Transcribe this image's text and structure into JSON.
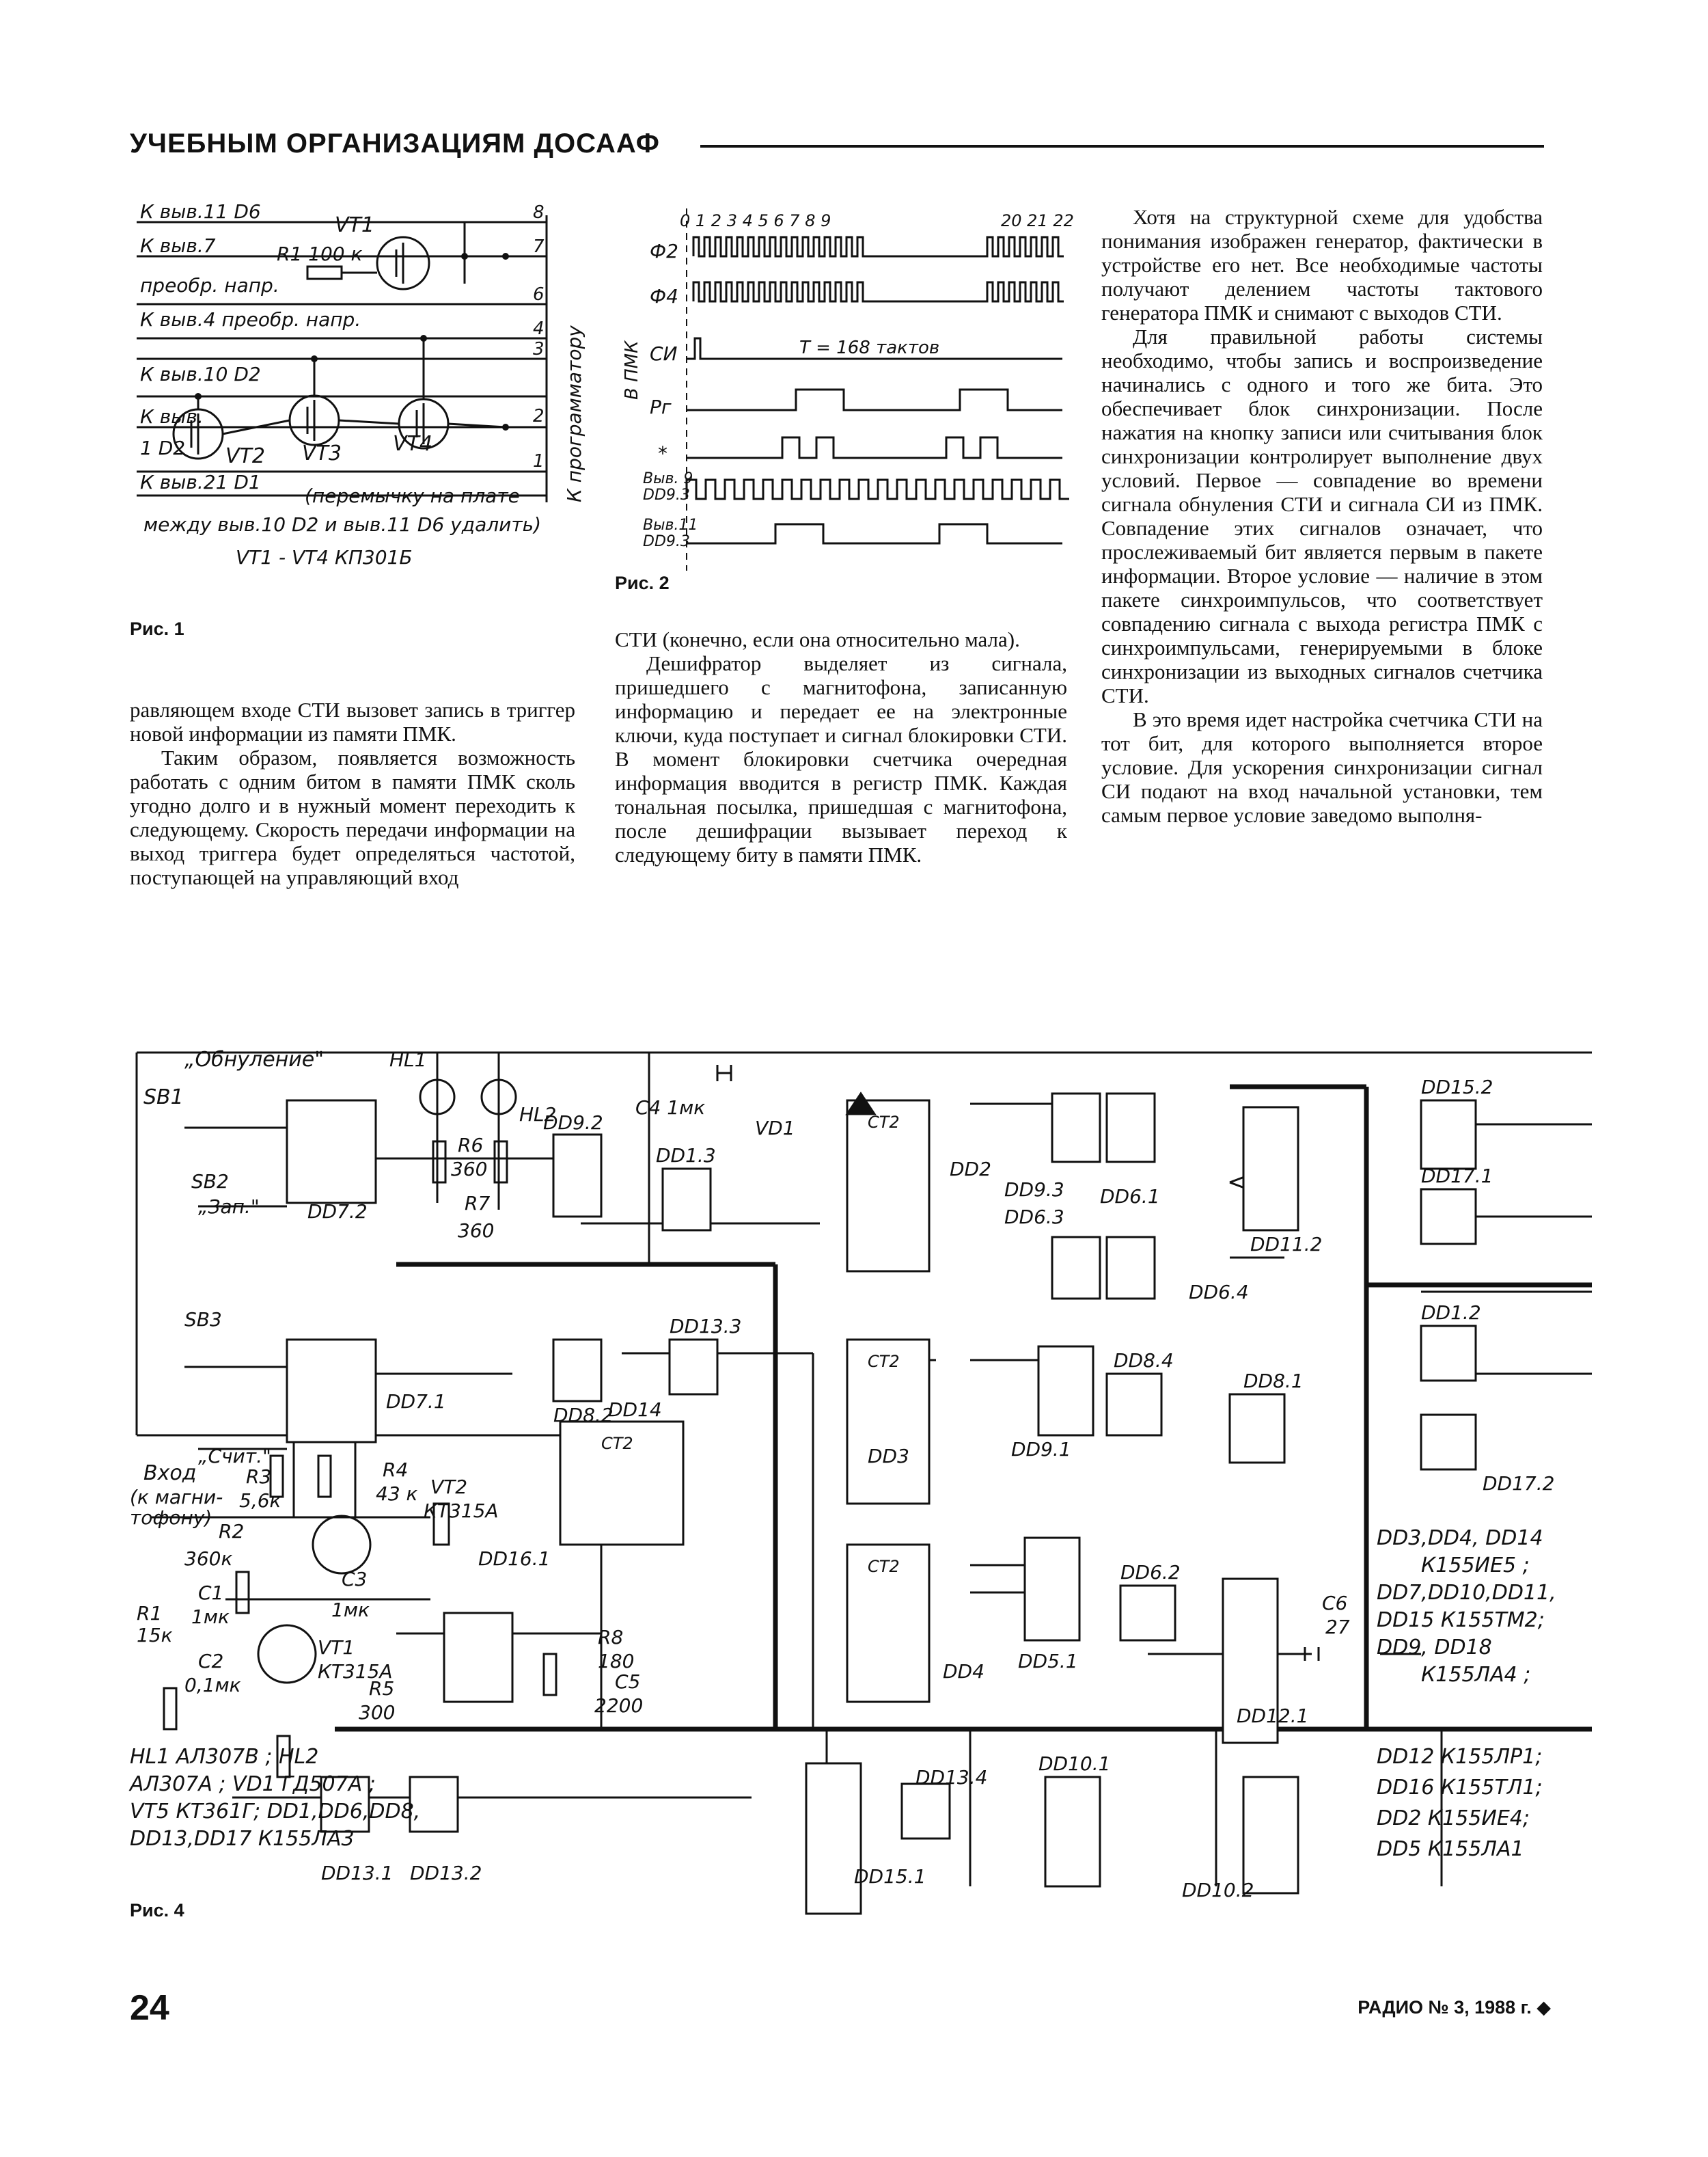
{
  "header": {
    "title": "УЧЕБНЫМ ОРГАНИЗАЦИЯМ ДОСААФ"
  },
  "fig1": {
    "caption": "Рис. 1",
    "labels": {
      "l1": "К выв.11 D6",
      "l2": "К выв.7",
      "l3": "преобр. напр.",
      "l4": "К выв.4 преобр. напр.",
      "l5": "К выв.10 D2",
      "l6": "К выв.",
      "l7": "1 D2",
      "l8": "К выв.21 D1",
      "r1": "R1 100 к",
      "vt1": "VT1",
      "vt2": "VT2",
      "vt3": "VT3",
      "vt4": "VT4",
      "note1": "(перемычку на плате",
      "note2": "между выв.10 D2 и выв.11 D6 удалить)",
      "parts": "VT1 - VT4   КП301Б",
      "side": "К программатору",
      "p8": "8",
      "p7": "7",
      "p6": "6",
      "p4": "4",
      "p3": "3",
      "p2": "2",
      "p1": "1"
    }
  },
  "fig2": {
    "caption": "Рис. 2",
    "labels": {
      "ticks_left": "0 1 2 3 4 5 6 7 8 9",
      "ticks_right": "20 21 22",
      "f2": "Ф2",
      "f4": "Ф4",
      "si": "СИ",
      "pr": "Рг",
      "star": "*",
      "vyv9": "Выв. 9",
      "dd93a": "DD9.3",
      "vyv11": "Выв.11",
      "dd93b": "DD9.3",
      "t": "Т = 168 тактов",
      "side": "В ПМК"
    }
  },
  "col1": {
    "p1": "равляющем входе СТИ вызовет запись в триггер новой информации из памяти ПМК.",
    "p2": "Таким образом, появляется возможность работать с одним битом в памяти ПМК сколь угодно долго и в нужный момент переходить к следующему. Скорость передачи информации на выход триггера будет определяться частотой, поступающей на управляющий вход"
  },
  "col2": {
    "p1": "СТИ (конечно, если она относительно мала).",
    "p2": "Дешифратор выделяет из сигнала, пришедшего с магнитофона, записанную информацию и передает ее на электронные ключи, куда поступает и сигнал блокировки СТИ. В момент блокировки счетчика очередная информация вводится в регистр ПМК. Каждая тональная посылка, пришедшая с магнитофона, после дешифрации вызывает переход к следующему биту в памяти ПМК."
  },
  "col3": {
    "p1": "Хотя на структурной схеме для удобства понимания изображен генератор, фактически в устройстве его нет. Все необходимые частоты получают делением частоты тактового генератора ПМК и снимают с выходов СТИ.",
    "p2": "Для правильной работы системы необходимо, чтобы запись и воспроизведение начинались с одного и того же бита. Это обеспечивает блок синхронизации. После нажатия на кнопку записи или считывания блок синхронизации контролирует выполнение двух условий. Первое — совпадение во времени сигнала обнуления СТИ и сигнала СИ из ПМК. Совпадение этих сигналов означает, что прослеживаемый бит является первым в пакете информации. Второе условие — наличие в этом пакете синхроимпульсов, что соответствует совпадению сигнала с выхода регистра ПМК с синхроимпульсами, генерируемыми в блоке синхронизации из выходных сигналов счетчика СТИ.",
    "p3": "В это время идет настройка счетчика СТИ на тот бит, для которого выполняется второе условие. Для ускорения синхронизации сигнал СИ подают на вход начальной установки, тем самым первое условие заведомо выполня-"
  },
  "fig4": {
    "caption": "Рис. 4",
    "labels": {
      "obnul": "„Обнуление\"",
      "sb1": "SB1",
      "sb2": "SB2",
      "zap": "„Зап.\"",
      "sb3": "SB3",
      "chit": "„Счит.\"",
      "hl1": "HL1",
      "hl2": "HL2",
      "r6": "R6",
      "r6v": "360",
      "r7": "R7",
      "r7v": "360",
      "c4": "С4 1мк",
      "vd1": "VD1",
      "dd92": "DD9.2",
      "dd13": "DD1.3",
      "dd72": "DD7.2",
      "dd71": "DD7.1",
      "dd82": "DD8.2",
      "dd133": "DD13.3",
      "dd2": "DD2",
      "dd3": "DD3",
      "dd4": "DD4",
      "dd14": "DD14",
      "dd93": "DD9.3",
      "dd61": "DD6.1",
      "dd63": "DD6.3",
      "dd64": "DD6.4",
      "dd84": "DD8.4",
      "dd91": "DD9.1",
      "dd81": "DD8.1",
      "dd112": "DD11.2",
      "dd152": "DD15.2",
      "dd171": "DD17.1",
      "dd12": "DD1.2",
      "dd172": "DD17.2",
      "dd62": "DD6.2",
      "dd51": "DD5.1",
      "dd121": "DD12.1",
      "c6": "С6",
      "c6v": "27",
      "ct2": "СТ2",
      "vhod1": "Вход",
      "vhod2": "(к магни-",
      "vhod3": "тофону)",
      "r1": "R1",
      "r1v": "15к",
      "r2": "R2",
      "r2v": "360к",
      "r3": "R3",
      "r3v": "5,6к",
      "r4": "R4",
      "r4v": "43 к",
      "c1": "С1",
      "c1v": "1мк",
      "c2": "С2",
      "c2v": "0,1мк",
      "c3": "С3",
      "c3v": "1мк",
      "vt1": "VT1",
      "vt1v": "КТ315А",
      "vt2": "VT2",
      "vt2v": "КТ315А",
      "r5": "R5",
      "r5v": "300",
      "dd161": "DD16.1",
      "r8": "R8",
      "r8v": "180",
      "c5": "С5",
      "c5v": "2200",
      "dd131": "DD13.1",
      "dd132": "DD13.2",
      "dd151": "DD15.1",
      "dd134": "DD13.4",
      "dd101": "DD10.1",
      "dd102": "DD10.2",
      "pl1": "HL1   АЛ307В ; HL2",
      "pl2": "АЛ307А ; VD1 ГД507А ;",
      "pl3": "VT5 КТ361Г; DD1,DD6,DD8,",
      "pl4": "DD13,DD17   К155ЛА3",
      "pr1": "DD3,DD4, DD14",
      "pr2": "К155ИЕ5 ;",
      "pr3": "DD7,DD10,DD11,",
      "pr4": "DD15  К155ТМ2;",
      "pr5": "DD9, DD18",
      "pr6": "К155ЛА4 ;",
      "pr7": "DD12  К155ЛР1;",
      "pr8": "DD16  К155ТЛ1;",
      "pr9": "DD2  К155ИЕ4;",
      "pr10": "DD5  К155ЛА1"
    }
  },
  "footer": {
    "page": "24",
    "magazine": "РАДИО № 3, 1988 г. ◆"
  }
}
